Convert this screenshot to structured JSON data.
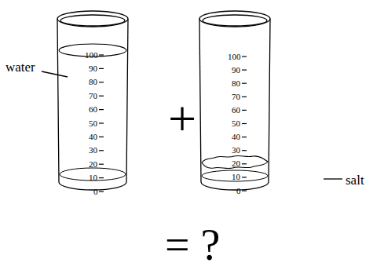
{
  "diagram": {
    "labels": [
      "water",
      "100",
      "90",
      "80",
      "70",
      "60",
      "50",
      "40",
      "30",
      "20",
      "10",
      "0",
      "+",
      "100",
      "90",
      "80",
      "70",
      "60",
      "50",
      "40",
      "30",
      "20",
      "10",
      "0",
      "salt",
      "= ?"
    ]
  }
}
